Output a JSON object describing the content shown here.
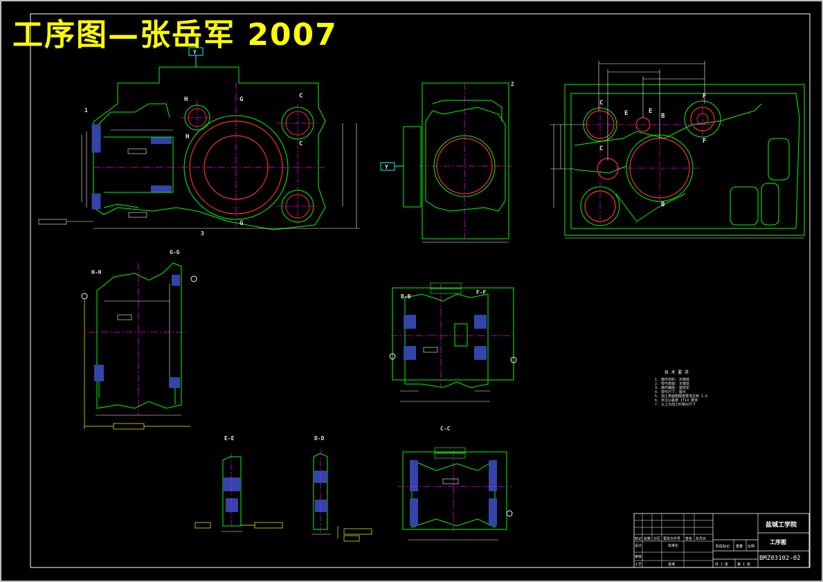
{
  "title": "工序图—张岳军 2007",
  "views": {
    "main_letters": {
      "y": "Y",
      "h_top": "H",
      "h_bot": "H",
      "g_top": "G",
      "g_bot": "G",
      "c_top": "C",
      "c_mid": "C",
      "one": "1",
      "three": "3"
    },
    "side_letters": {
      "y": "Y",
      "two": "2"
    },
    "right_letters": {
      "c1": "C",
      "c2": "C",
      "e1": "E",
      "e2": "E",
      "b1": "B",
      "b2": "B",
      "f1": "F",
      "f2": "F"
    }
  },
  "sections": {
    "hh": "H-H",
    "gg": "G-G",
    "bb": "B-B",
    "ff": "F-F",
    "ee": "E-E",
    "dd": "D-D",
    "cc": "C-C"
  },
  "notes": {
    "heading": "技 术 要 求",
    "lines": [
      "1. 铸件材料: 灰铸铁",
      "2. 零件表面: 无铸造",
      "3. 铸件精度: 按规定",
      "4. 零件尺寸: 图示",
      "5. 加工表面粗糙度要求达到 1.6",
      "6. 未注公差按 IT14 要求",
      "7. 以上为加工时相对尺寸"
    ]
  },
  "title_block": {
    "school": "盐城工学院",
    "drawing": "工序图",
    "number": "BMZ03102-02",
    "stage_label": "阶段标记",
    "weight_label": "重量",
    "scale_label": "比例",
    "sheets_label": "共 1 张",
    "sheet_label": "第 1 张",
    "rev_headers": [
      "标记",
      "处数",
      "分区",
      "更改文件号",
      "签名",
      "年月日"
    ],
    "designer_label": "设计",
    "std_label": "标准化",
    "check_label": "审核",
    "process_label": "工艺",
    "approve_label": "批准"
  }
}
